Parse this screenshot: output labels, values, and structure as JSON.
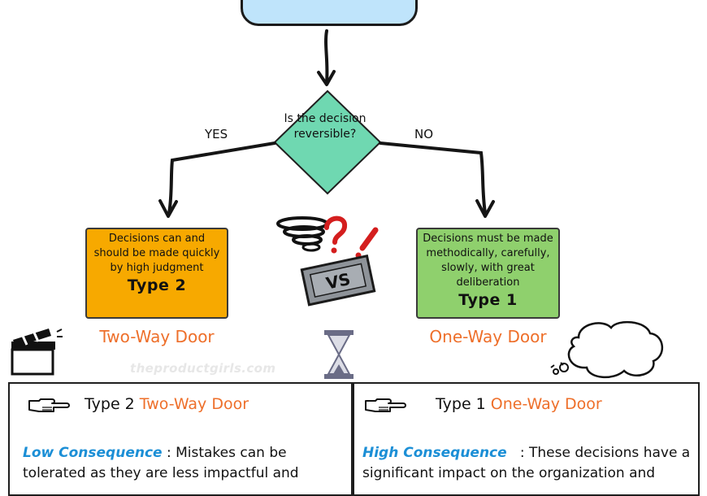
{
  "decision": {
    "question": "Is the decision reversible?",
    "yes_label": "YES",
    "no_label": "NO"
  },
  "type2": {
    "description": "Decisions can and should be made quickly by high judgment",
    "title": "Type 2",
    "door": "Two-Way Door"
  },
  "type1": {
    "description": "Decisions must be made methodically, carefully, slowly, with great deliberation",
    "title": "Type 1",
    "door": "One-Way Door"
  },
  "vs_label": "VS",
  "watermark": "theproductgirls.com",
  "panels": {
    "type2": {
      "type_label": "Type 2",
      "door_label": "Two-Way Door",
      "consequence": "Low Consequence",
      "text_line1": " : Mistakes can be",
      "text_line2": "tolerated as they are less impactful and"
    },
    "type1": {
      "type_label": "Type 1",
      "door_label": "One-Way Door",
      "consequence": "High Consequence",
      "text_line1": "   : These decisions have a",
      "text_line2": "significant impact on the organization and"
    }
  },
  "colors": {
    "top_box": "#bfe4fb",
    "diamond": "#6fd8b1",
    "type2_box": "#f7a900",
    "type1_box": "#8fd06d",
    "door_text": "#ee6f2a",
    "consequence_text": "#1c8fd6"
  }
}
